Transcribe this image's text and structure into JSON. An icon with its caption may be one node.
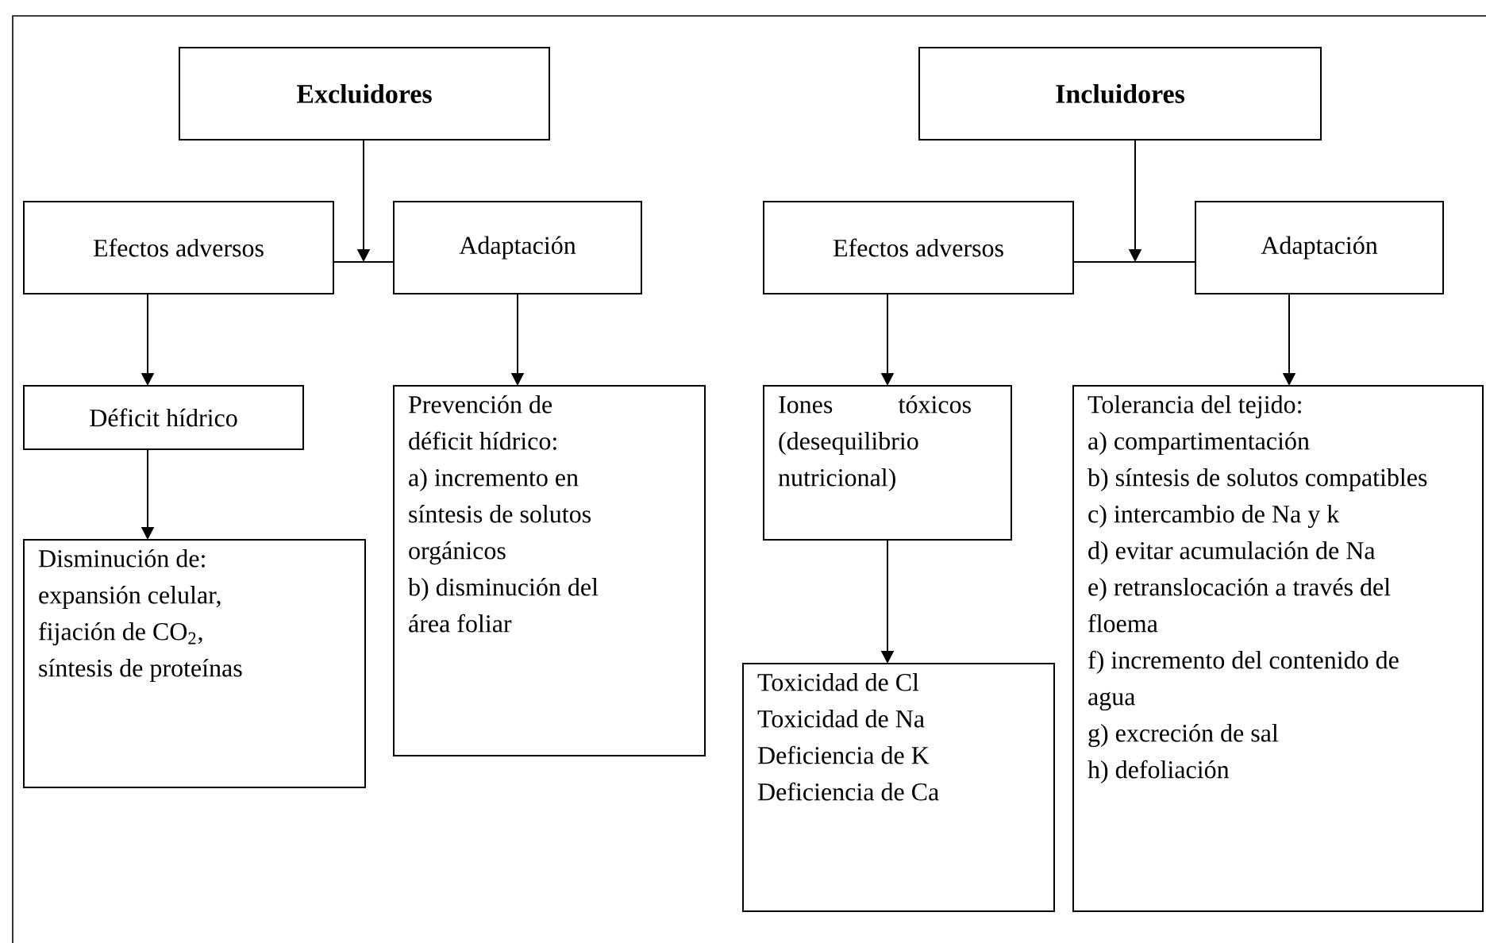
{
  "diagram": {
    "nodes": [
      {
        "text": [
          "Excluidores"
        ]
      },
      {
        "text": [
          "Efectos adversos"
        ]
      },
      {
        "text": [
          "Adaptación"
        ]
      },
      {
        "text": [
          "Déficit hídrico"
        ]
      },
      {
        "text": [
          "Prevención de déficit hídrico:",
          "a) incremento en síntesis de solutos orgánicos",
          "b) disminución del área foliar"
        ]
      },
      {
        "text": [
          "Disminución de: expansión celular, fijación de CO$_{2}$, síntesis de proteínas"
        ]
      },
      {
        "text": [
          "Incluidores"
        ]
      },
      {
        "text": [
          "Efectos adversos"
        ]
      },
      {
        "text": [
          "Adaptación"
        ]
      },
      {
        "text": [
          "Iones tóxicos (desequilibrio nutricional)"
        ]
      },
      {
        "text": [
          "Tolerancia del tejido:",
          "a) compartimentación",
          "b) síntesis de solutos compatibles",
          "c) intercambio de Na y k",
          "d) evitar acumulación de Na",
          "e) retranslocación a través del floema",
          "f) incremento del contenido de agua",
          "g) excreción de sal",
          "h) defoliación"
        ]
      },
      {
        "text": [
          "Toxicidad de Cl",
          "Toxicidad de Na",
          "Deficiencia de K",
          "Deficiencia de Ca"
        ]
      }
    ],
    "edges": [
      {
        "from": 1,
        "to": 2,
        "arrow": "none"
      },
      {
        "from": 0,
        "to": null,
        "arrow": "to"
      },
      {
        "from": 1,
        "to": 3,
        "arrow": "to"
      },
      {
        "from": 2,
        "to": 4,
        "arrow": "to"
      },
      {
        "from": 3,
        "to": 5,
        "arrow": "to"
      },
      {
        "from": 7,
        "to": 8,
        "arrow": "none"
      },
      {
        "from": 6,
        "to": null,
        "arrow": "to"
      },
      {
        "from": 7,
        "to": 9,
        "arrow": "to"
      },
      {
        "from": 8,
        "to": 10,
        "arrow": "to"
      },
      {
        "from": 9,
        "to": 11,
        "arrow": "to"
      }
    ]
  }
}
